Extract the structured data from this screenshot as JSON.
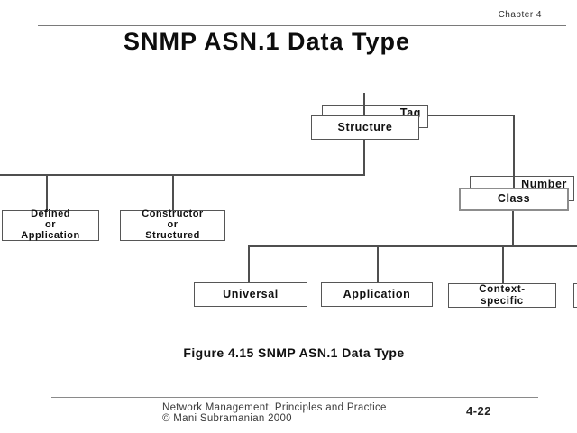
{
  "slide": {
    "chapter_label": "Chapter 4",
    "title": "SNMP ASN.1 Data Type",
    "caption": "Figure 4.15 SNMP ASN.1 Data Type",
    "footer": {
      "credit_line1": "Network Management: Principles and Practice",
      "credit_line2": "© Mani Subramanian 2000",
      "page_number": "4-22"
    }
  },
  "diagram": {
    "nodes": {
      "root": {
        "line1": "SNMP ASN.1",
        "line2": "Data Type"
      },
      "tag": {
        "label": "Tag"
      },
      "structure": {
        "label": "Structure"
      },
      "number": {
        "label": "Number"
      },
      "class": {
        "label": "Class"
      },
      "defined": {
        "line1": "Defined",
        "line2": "or",
        "line3": "Application"
      },
      "constructor": {
        "line1": "Constructor",
        "line2": "or",
        "line3": "Structured"
      },
      "universal": {
        "label": "Universal"
      },
      "application": {
        "label": "Application"
      },
      "context_specific": {
        "line1": "Context-",
        "line2": "specific"
      }
    }
  },
  "colors": {
    "background": "#ffffff",
    "text": "#141414",
    "connector_line": "#4f4f4f",
    "box_border": "#565656",
    "gray_border": "#8d8d8d",
    "footer_text": "#3a3a3a"
  }
}
